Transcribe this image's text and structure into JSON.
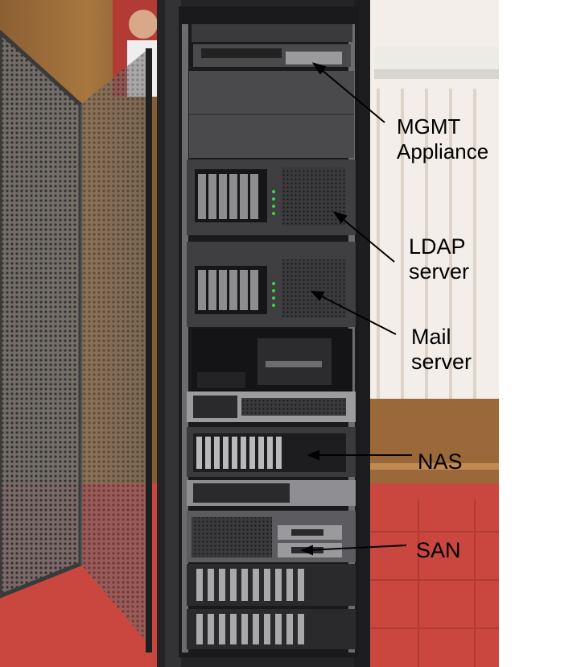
{
  "labels": {
    "mgmt": {
      "line1": "MGMT",
      "line2": "Appliance"
    },
    "ldap": {
      "line1": "LDAP",
      "line2": "server"
    },
    "mail": {
      "line1": "Mail",
      "line2": "server"
    },
    "nas": {
      "line1": "NAS"
    },
    "san": {
      "line1": "SAN"
    }
  },
  "colors": {
    "rack": "#2b2b2d",
    "floor": "#c8463f",
    "curtain": "#f1ece7",
    "wood": "#9a6a3b",
    "led": "#3fcf4a"
  }
}
